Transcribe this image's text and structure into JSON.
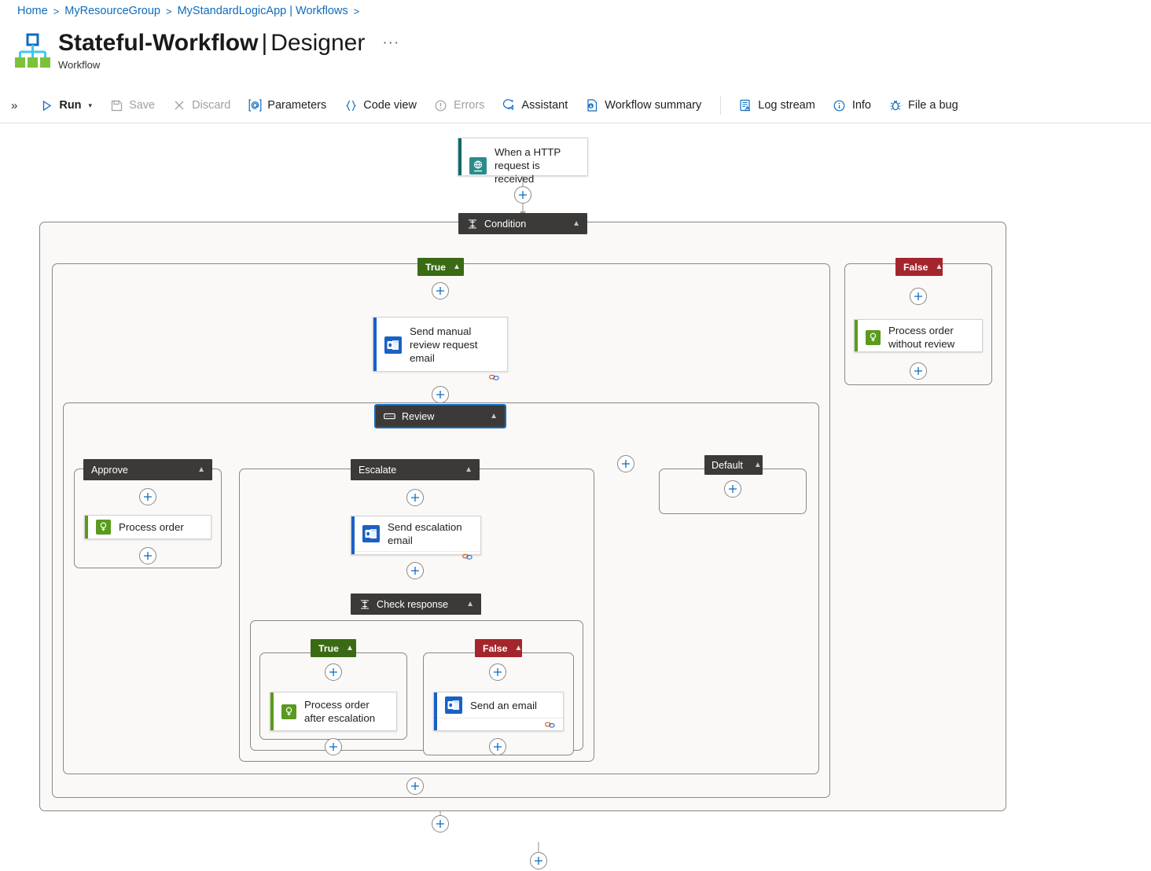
{
  "breadcrumb": {
    "items": [
      "Home",
      "MyResourceGroup",
      "MyStandardLogicApp | Workflows"
    ],
    "separator": ">"
  },
  "header": {
    "icon": "workflow-icon",
    "title_bold": "Stateful-Workflow",
    "title_pipe": "|",
    "title_rest": "Designer",
    "ellipsis": "···",
    "subtitle": "Workflow"
  },
  "toolbar": {
    "expand_chevrons": "»",
    "items": [
      {
        "label": "Run",
        "icon": "play-icon",
        "caret": "⌄",
        "disabled": false
      },
      {
        "label": "Save",
        "icon": "save-icon",
        "disabled": true
      },
      {
        "label": "Discard",
        "icon": "close-icon",
        "disabled": true
      },
      {
        "label": "Parameters",
        "icon": "at-sign-icon",
        "disabled": false
      },
      {
        "label": "Code view",
        "icon": "braces-icon",
        "disabled": false
      },
      {
        "label": "Errors",
        "icon": "error-circle-icon",
        "disabled": true
      },
      {
        "label": "Assistant",
        "icon": "assistant-sparkle-icon",
        "disabled": false
      },
      {
        "label": "Workflow summary",
        "icon": "summary-doc-icon",
        "disabled": false
      },
      {
        "label": "Log stream",
        "icon": "log-stream-icon",
        "disabled": false,
        "divider_before": true
      },
      {
        "label": "Info",
        "icon": "info-circle-icon",
        "disabled": false
      },
      {
        "label": "File a bug",
        "icon": "bug-icon",
        "disabled": false
      }
    ]
  },
  "colors": {
    "accent_blue": "#0f6cbd",
    "true_green": "#3a6b14",
    "false_red": "#a4262c",
    "node_dark": "#3b3a39",
    "trigger_teal": "#0b6a6a",
    "office_blue": "#1a61c4",
    "action_green": "#5a9a1e",
    "scope_bg": "#faf9f8",
    "scope_border": "#8a8886"
  },
  "canvas": {
    "trigger": {
      "label": "When a HTTP request is received",
      "icon": "http-request-trigger-icon",
      "accent": "#0b6a6a"
    },
    "condition": {
      "label": "Condition",
      "icon": "condition-icon",
      "chevron": "⌃",
      "branches": {
        "true_label": "True",
        "false_label": "False"
      }
    },
    "true_branch": {
      "action": {
        "label": "Send manual review request email",
        "icon": "office365-outlook-icon",
        "accent": "#1a61c4",
        "footer_icon": "connection-link-icon"
      },
      "switch": {
        "label": "Review",
        "icon": "switch-icon",
        "chevron": "⌃",
        "selected": true,
        "cases": [
          {
            "label": "Approve",
            "chevron": "⌃"
          },
          {
            "label": "Escalate",
            "chevron": "⌃"
          },
          {
            "label": "Default",
            "chevron": "⌃"
          }
        ],
        "add_case_icon": "add-case-plus-icon"
      },
      "approve_action": {
        "label": "Process order",
        "icon": "compose-action-icon",
        "accent": "#5a9a1e"
      },
      "escalate_action": {
        "label": "Send escalation email",
        "icon": "office365-outlook-icon",
        "accent": "#1a61c4",
        "footer_icon": "connection-link-icon"
      },
      "check_response": {
        "label": "Check response",
        "icon": "condition-icon",
        "chevron": "⌃",
        "true_label": "True",
        "false_label": "False"
      },
      "check_true_action": {
        "label": "Process order after escalation",
        "icon": "compose-action-icon",
        "accent": "#5a9a1e"
      },
      "check_false_action": {
        "label": "Send an email",
        "icon": "office365-outlook-icon",
        "accent": "#1a61c4",
        "footer_icon": "connection-link-icon"
      }
    },
    "false_branch": {
      "action": {
        "label": "Process order without review",
        "icon": "compose-action-icon",
        "accent": "#5a9a1e"
      }
    },
    "add_button_label": "+"
  }
}
